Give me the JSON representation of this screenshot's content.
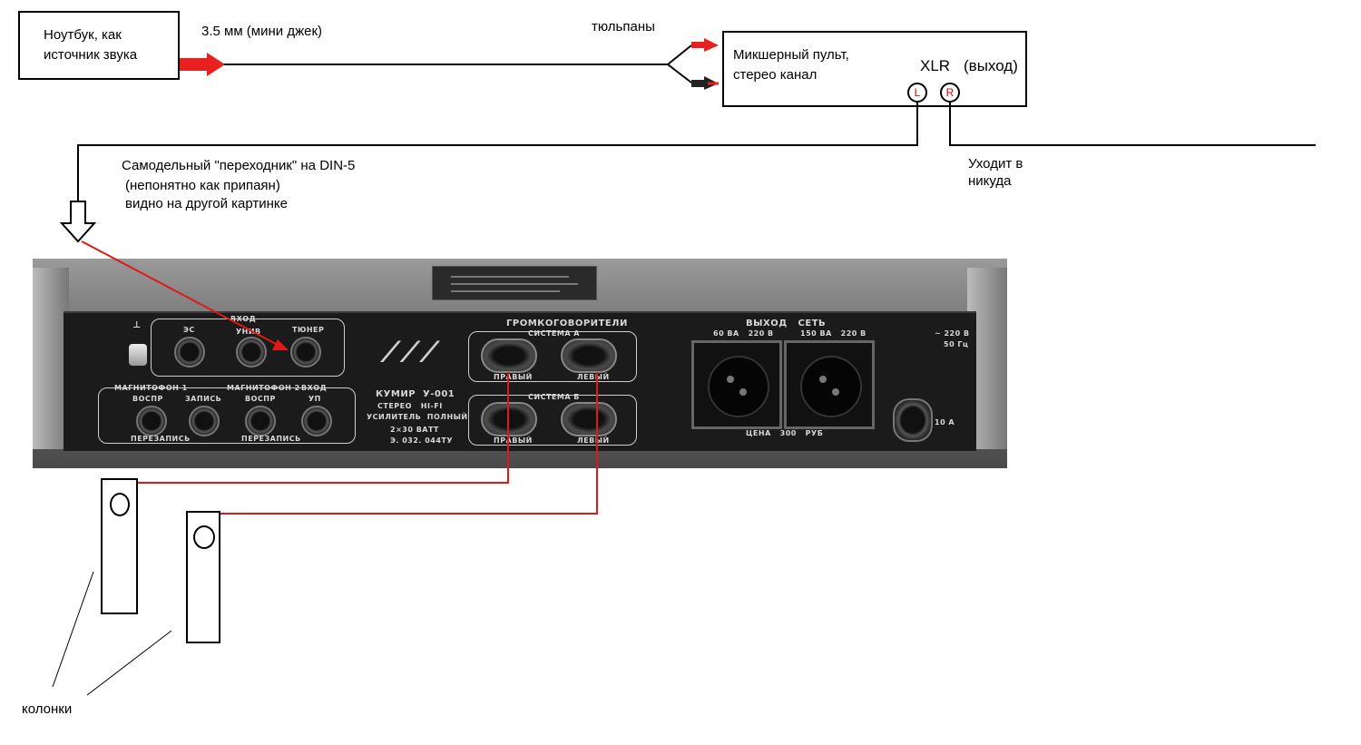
{
  "laptop": {
    "line1": "Ноутбук, как",
    "line2": "источник звука"
  },
  "cable": {
    "jack_label": "3.5 мм (мини джек)",
    "rca_label": "тюльпаны"
  },
  "mixer": {
    "line1": "Микшерный пульт,",
    "line2": "стерео канал",
    "xlr_label": "XLR",
    "out_label": "(выход)",
    "jack_left": "L",
    "jack_right": "R"
  },
  "note_nowhere": {
    "line1": "Уходит в",
    "line2": "никуда"
  },
  "adapter": {
    "line1": "Самодельный \"переходник\" на DIN-5",
    "line2": "(непонятно как припаян)",
    "line3": "видно на другой картинке"
  },
  "amplifier": {
    "input_header": "ВХОД",
    "input_3c": "ЭС",
    "input_univ": "УНИВ",
    "input_tuner": "ТЮНЕР",
    "tape1": "МАГНИТОФОН 1",
    "tape2": "МАГНИТОФОН 2",
    "input_header2": "ВХОД",
    "play1": "ВОСПР",
    "rec": "ЗАПИСЬ",
    "play2": "ВОСПР",
    "up": "УП",
    "dub1": "ПЕРЕЗАПИСЬ",
    "dub2": "ПЕРЕЗАПИСЬ",
    "brand": "КУМИР  У-001",
    "stereo": "СТЕРЕО   HI-FI",
    "full_amp": "УСИЛИТЕЛЬ  ПОЛНЫЙ",
    "power_spec": "2×30 ВАТТ",
    "spec_code": "Э. 032. 044ТУ",
    "speakers_header": "ГРОМКОГОВОРИТЕЛИ",
    "system_a": "СИСТЕМА А",
    "system_b": "СИСТЕМА Б",
    "right_a": "ПРАВЫЙ",
    "left_a": "ЛЕВЫЙ",
    "right_b": "ПРАВЫЙ",
    "left_b": "ЛЕВЫЙ",
    "output_header": "ВЫХОД   СЕТЬ",
    "out1_spec": "60 ВА   220 В",
    "out2_spec": "150 ВА   220 В",
    "mains_voltage": "~ 220 В",
    "mains_freq": "50 Гц",
    "fuse": "10 А",
    "price": "ЦЕНА   300   РУБ"
  },
  "speakers_label": "колонки",
  "colors": {
    "wire_red": "#e01818",
    "arrow_red": "#e82020",
    "line_black": "#000000"
  }
}
